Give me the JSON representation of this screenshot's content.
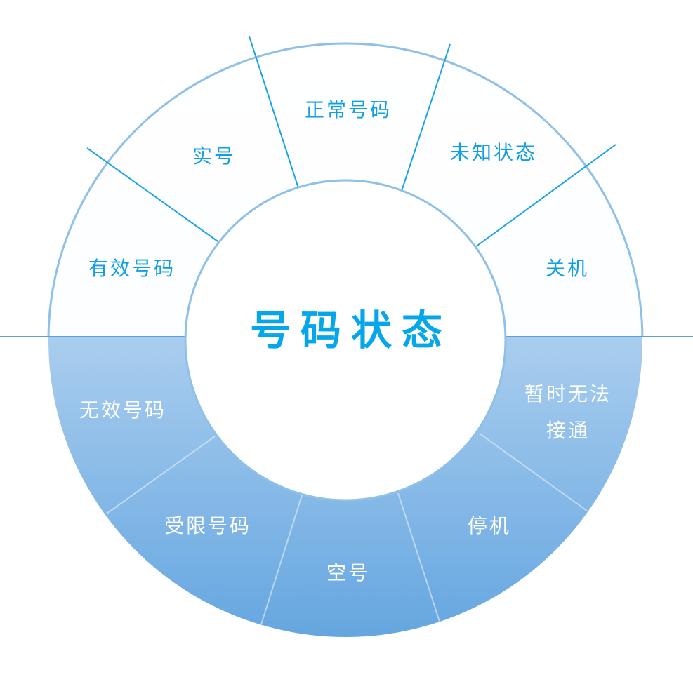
{
  "title": "号码状态",
  "valid_group": {
    "label": "有效号码",
    "items": [
      "实号",
      "正常号码",
      "未知状态",
      "关机"
    ]
  },
  "invalid_group": {
    "label": "无效号码",
    "items": [
      "受限号码",
      "空号",
      "停机"
    ],
    "unreachable": [
      "暂时无法",
      "接通"
    ]
  },
  "colors": {
    "accent": "#06a6ea",
    "ring_line": "#8fc0e8",
    "bottom_fill": "#6aa8e0"
  }
}
